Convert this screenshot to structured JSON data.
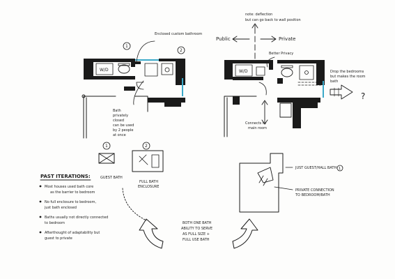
{
  "plan_left": {
    "label_bath": "Enclosed custom bathroom",
    "marker_1": "1",
    "marker_2": "2",
    "wd": "W/D",
    "note": [
      "Bath",
      "privately",
      "closed",
      "can be used",
      "by 2 people",
      "at once"
    ]
  },
  "plan_right": {
    "top_note": [
      "note: deflection",
      "but can go back to wall position"
    ],
    "public": "Public",
    "private": "Private",
    "better_privacy": "Better Privacy",
    "wd": "W/D",
    "drop_note": [
      "Drop the bedrooms",
      "but makes the room",
      "bath"
    ],
    "question": "?",
    "connects": [
      "Connects to",
      "main room"
    ]
  },
  "options": {
    "n1": "1",
    "n2": "2",
    "guest_bath": "GUEST BATH",
    "full_bath": [
      "FULL BATH",
      "ENCLOSURE"
    ]
  },
  "past": {
    "title": "PAST ITERATIONS:",
    "bullets": [
      [
        "Most houses used bath core",
        "as the barrier to bedroom"
      ],
      [
        "No full enclosure to bedroom,",
        "just bath enclosed"
      ],
      [
        "Baths usually not directly connected",
        "to bedroom"
      ],
      [
        "Afterthought of adaptability but",
        "guest to private"
      ]
    ]
  },
  "diagram": {
    "guest_label": "JUST GUEST/HALL BATH",
    "circle_1": "1",
    "private_label": [
      "PRIVATE CONNECTION",
      "TO BEDROOM/BATH"
    ]
  },
  "center_note": [
    "BOTH ONE BATH",
    "ABILITY TO SERVE",
    "AS FULL SIZE +",
    "FULL USE BATH"
  ]
}
